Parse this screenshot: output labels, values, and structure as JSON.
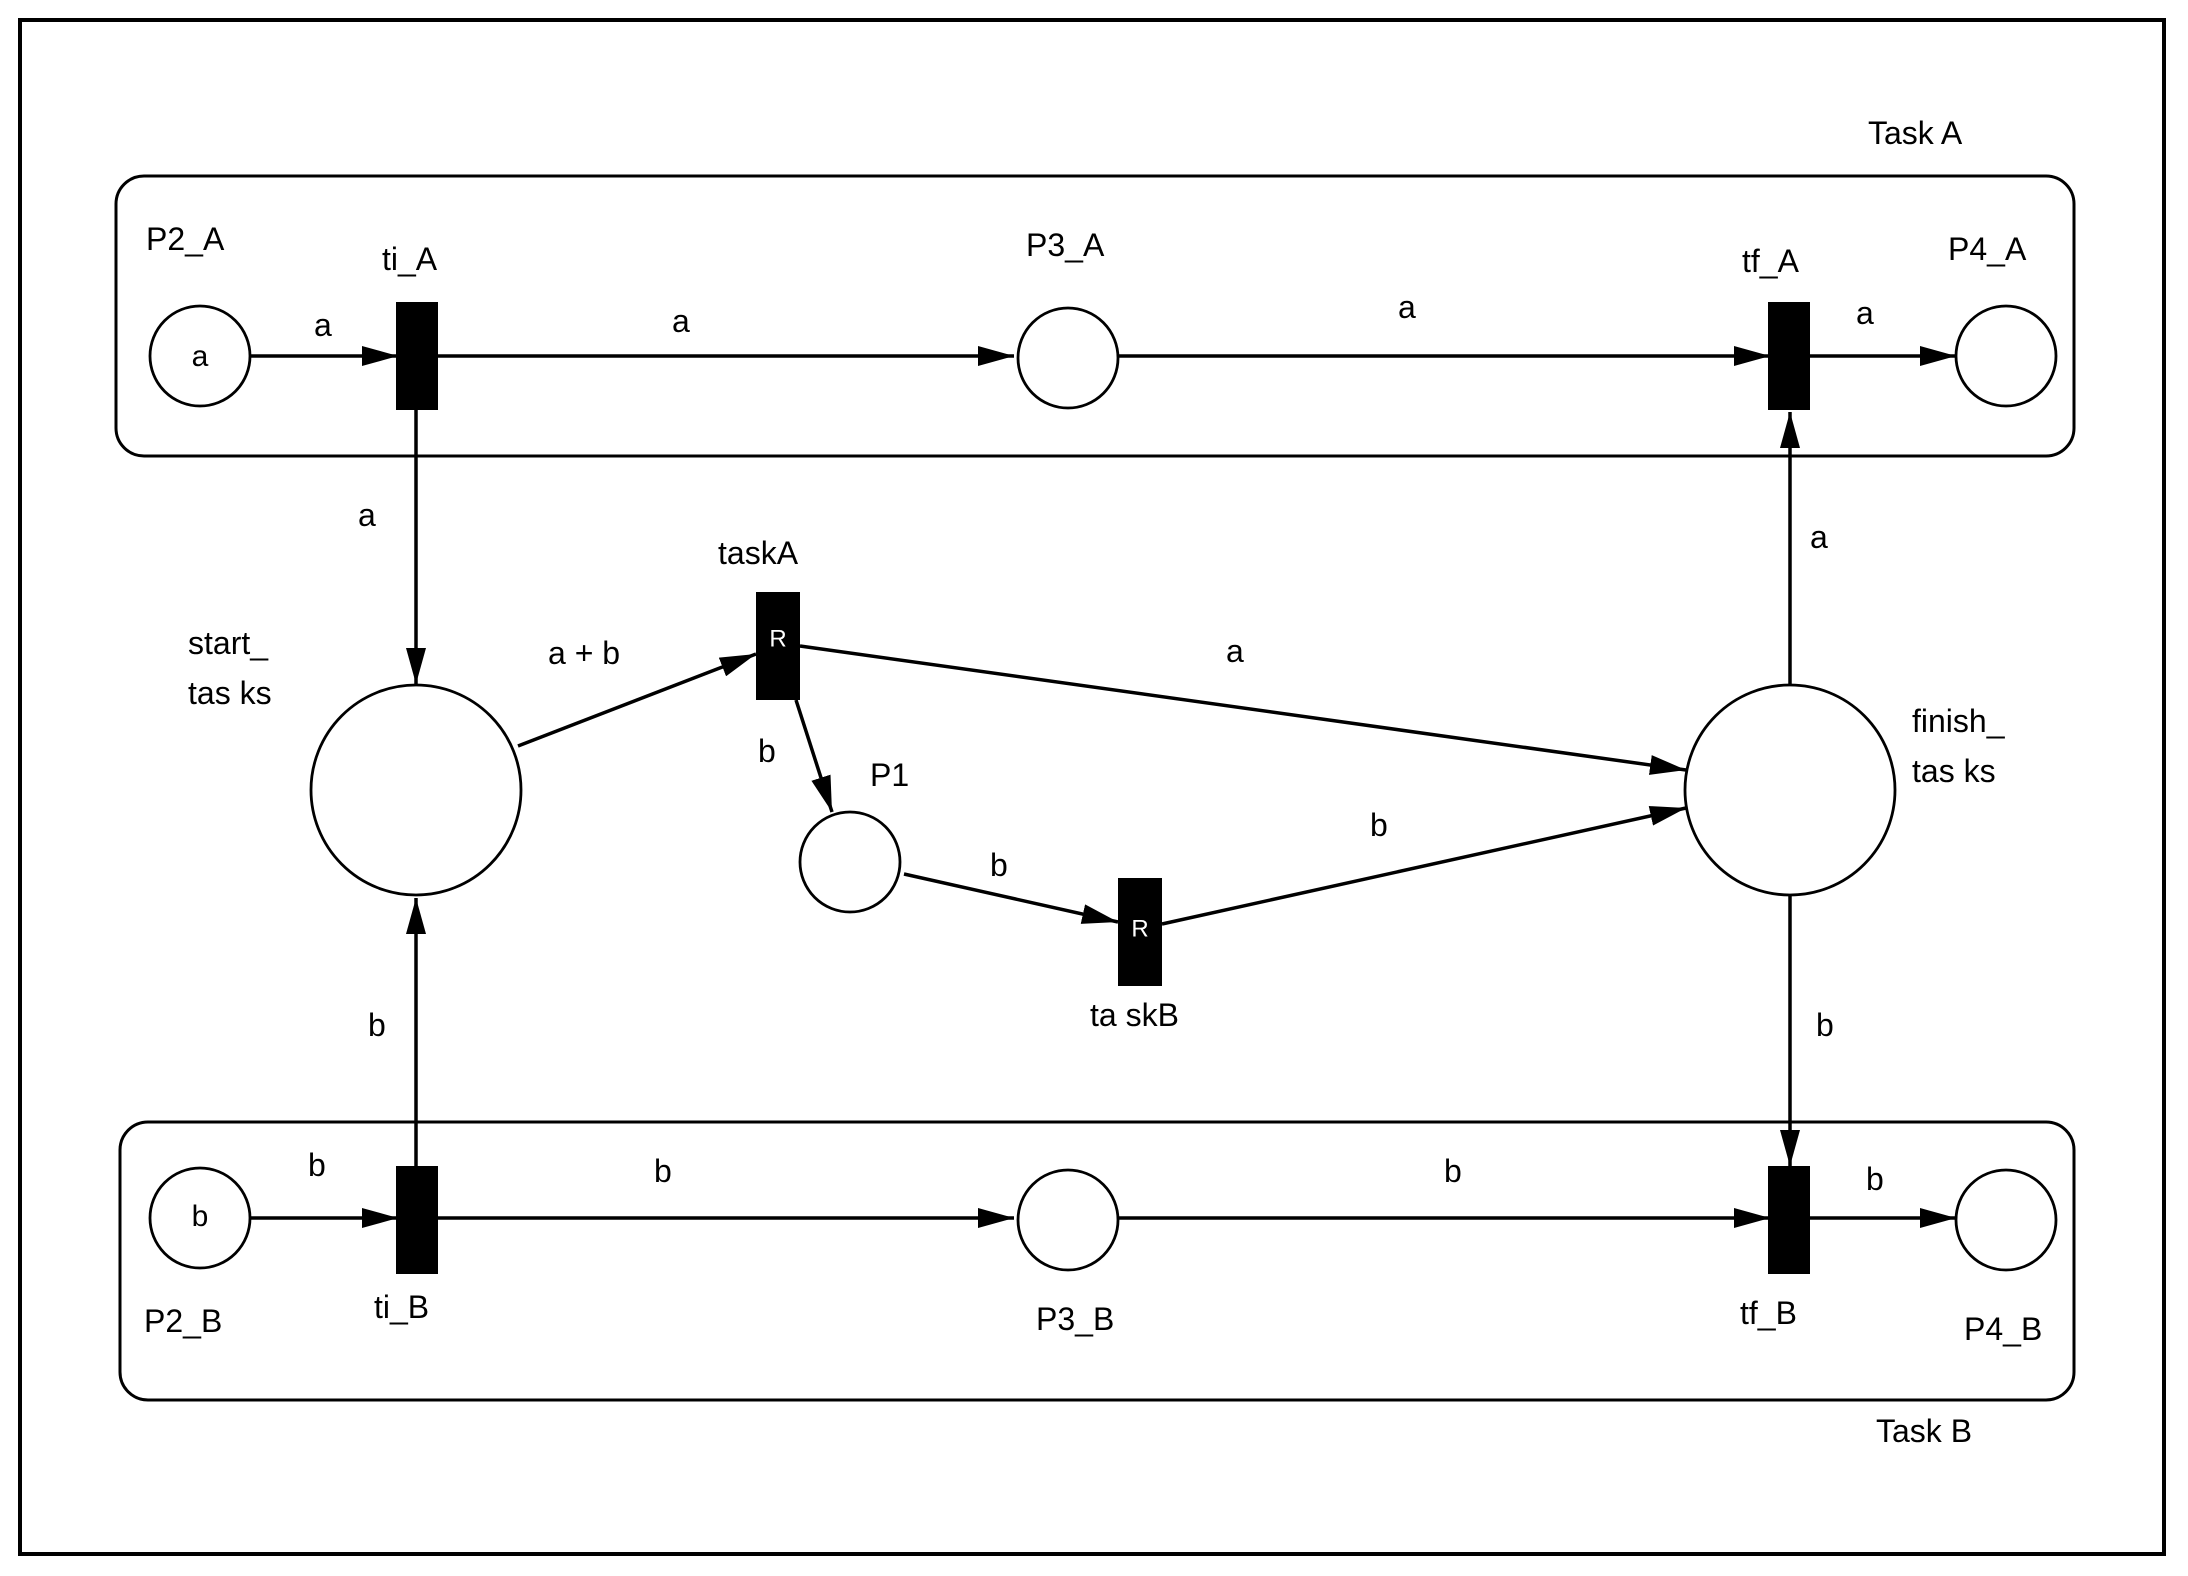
{
  "groups": {
    "task_a": "Task A",
    "task_b": "Task B"
  },
  "places": {
    "p2_a": {
      "label": "P2_A",
      "token": "a"
    },
    "p3_a": {
      "label": "P3_A"
    },
    "p4_a": {
      "label": "P4_A"
    },
    "start_tasks": {
      "label_line1": "start_",
      "label_line2": "tas ks"
    },
    "p1": {
      "label": "P1"
    },
    "finish_tasks": {
      "label_line1": "finish_",
      "label_line2": "tas ks"
    },
    "p2_b": {
      "label": "P2_B",
      "token": "b"
    },
    "p3_b": {
      "label": "P3_B"
    },
    "p4_b": {
      "label": "P4_B"
    }
  },
  "transitions": {
    "ti_a": {
      "label": "ti_A"
    },
    "tf_a": {
      "label": "tf_A"
    },
    "task_a": {
      "label": "taskA",
      "marker": "R"
    },
    "task_b": {
      "label": "ta skB",
      "marker": "R"
    },
    "ti_b": {
      "label": "ti_B"
    },
    "tf_b": {
      "label": "tf_B"
    }
  },
  "arcs": {
    "p2a_tia": "a",
    "tia_p3a": "a",
    "p3a_tfa": "a",
    "tfa_p4a": "a",
    "tia_start": "a",
    "start_taska": "a + b",
    "taska_finish": "a",
    "taska_p1": "b",
    "p1_taskb": "b",
    "taskb_finish": "b",
    "finish_tfa": "a",
    "finish_tfb": "b",
    "tib_start": "b",
    "p2b_tib": "b",
    "tib_p3b": "b",
    "p3b_tfb": "b",
    "tfb_p4b": "b"
  }
}
